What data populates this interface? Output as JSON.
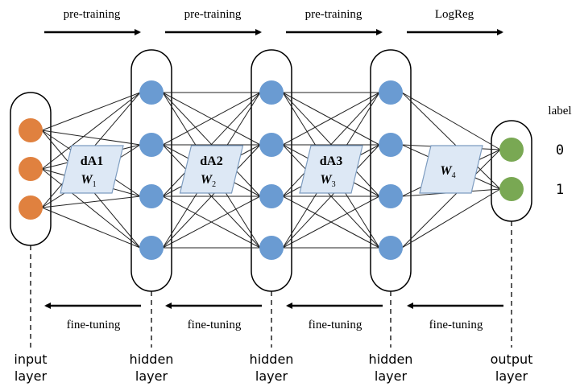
{
  "colors": {
    "input_node": "#e0813f",
    "hidden_node": "#6a9bd2",
    "output_node": "#79a853",
    "box_fill": "#dde8f5",
    "box_stroke": "#7d9cc0"
  },
  "top_arrows": [
    "pre-training",
    "pre-training",
    "pre-training",
    "LogReg"
  ],
  "bottom_arrows": [
    "fine-tuning",
    "fine-tuning",
    "fine-tuning",
    "fine-tuning"
  ],
  "layers": [
    {
      "line1": "input",
      "line2": "layer",
      "nodes": 3,
      "type": "input"
    },
    {
      "line1": "hidden",
      "line2": "layer",
      "nodes": 4,
      "type": "hidden"
    },
    {
      "line1": "hidden",
      "line2": "layer",
      "nodes": 4,
      "type": "hidden"
    },
    {
      "line1": "hidden",
      "line2": "layer",
      "nodes": 4,
      "type": "hidden"
    },
    {
      "line1": "output",
      "line2": "layer",
      "nodes": 2,
      "type": "output"
    }
  ],
  "weights": [
    {
      "name": "dA1",
      "w": "W",
      "sub": "1"
    },
    {
      "name": "dA2",
      "w": "W",
      "sub": "2"
    },
    {
      "name": "dA3",
      "w": "W",
      "sub": "3"
    },
    {
      "name": "",
      "w": "W",
      "sub": "4"
    }
  ],
  "output_labels": {
    "header": "label",
    "values": [
      "0",
      "1"
    ]
  }
}
